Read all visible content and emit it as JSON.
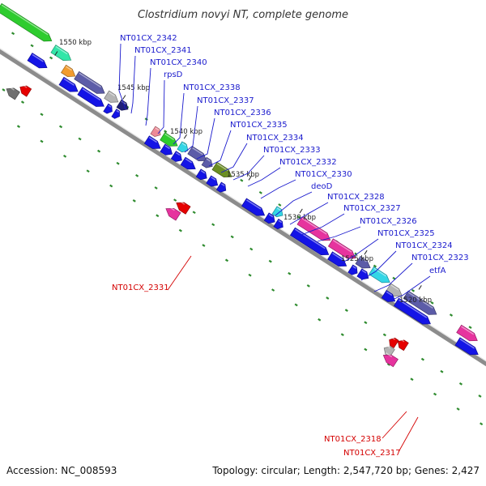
{
  "title": "Clostridium novyi NT, complete genome",
  "accession_text": "Accession: NC_008593",
  "topology_text": "Topology: circular; Length: 2,547,720 bp; Genes: 2,427",
  "colors": {
    "backbone": "#8c8c8c",
    "gc_tick": "#2e8b2e",
    "label_forward": "#1a1acd",
    "label_reverse": "#d40000",
    "cds_blue": "#1414e6",
    "magenta": "#e6339e",
    "teal": "#33e6a8",
    "green": "#2ecc2e",
    "olive": "#6b8e23",
    "purple": "#5c5ca8",
    "gray": "#b4b4b4",
    "dark_gray": "#707070",
    "cyan": "#33d6e6",
    "orange": "#f29c2e",
    "pink": "#ee8a96",
    "red": "#e60000",
    "dark_navy": "#1e1e78"
  },
  "tick_labels": [
    "1550 kbp",
    "1545 kbp",
    "1540 kbp",
    "1535 kbp",
    "1530 kbp",
    "1525 kbp",
    "1520 kbp"
  ],
  "forward_labels": [
    "NT01CX_2342",
    "NT01CX_2341",
    "NT01CX_2340",
    "rpsD",
    "NT01CX_2338",
    "NT01CX_2337",
    "NT01CX_2336",
    "NT01CX_2335",
    "NT01CX_2334",
    "NT01CX_2333",
    "NT01CX_2332",
    "NT01CX_2330",
    "deoD",
    "NT01CX_2328",
    "NT01CX_2327",
    "NT01CX_2326",
    "NT01CX_2325",
    "NT01CX_2324",
    "NT01CX_2323",
    "etfA"
  ],
  "reverse_labels": [
    "NT01CX_2331",
    "NT01CX_2318",
    "NT01CX_2317"
  ]
}
